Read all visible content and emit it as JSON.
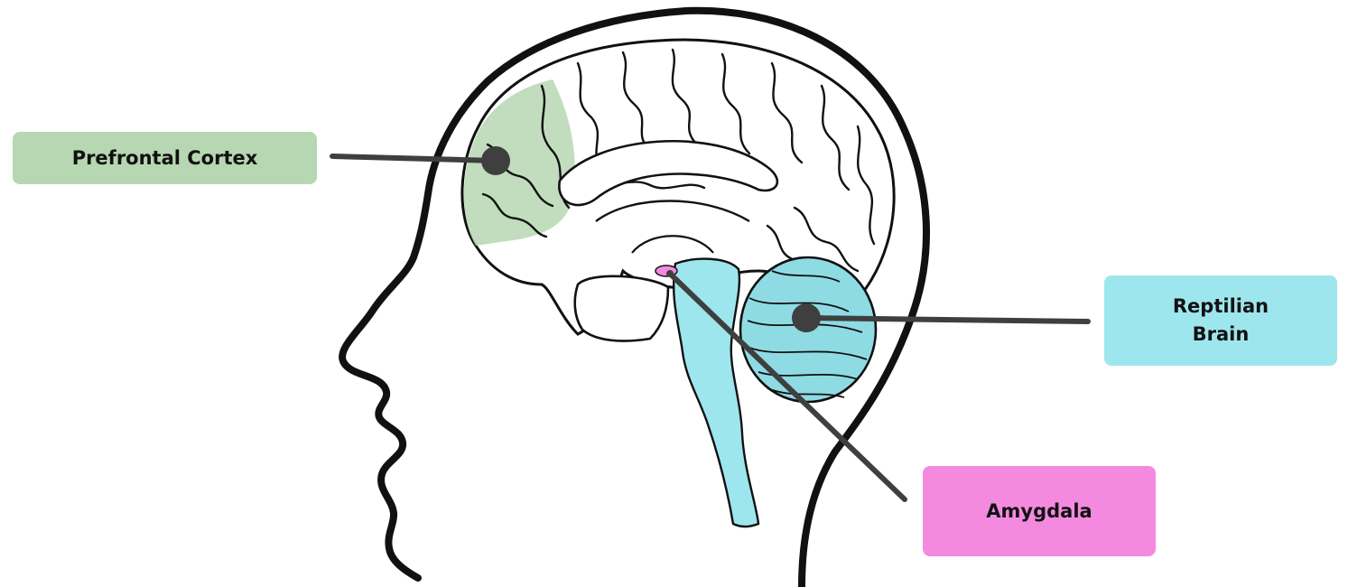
{
  "labels": {
    "prefrontal_cortex": "Prefrontal Cortex",
    "reptilian_brain": "Reptilian\nBrain",
    "amygdala": "Amygdala"
  },
  "colors": {
    "prefrontal_cortex": "#b6d7b1",
    "reptilian_brain": "#9ee6ee",
    "amygdala": "#f48ae0",
    "brainstem": "#9ee6ee",
    "cerebellum": "#8fdbe4",
    "outline": "#111111",
    "leader_line": "#3f3f3f"
  }
}
